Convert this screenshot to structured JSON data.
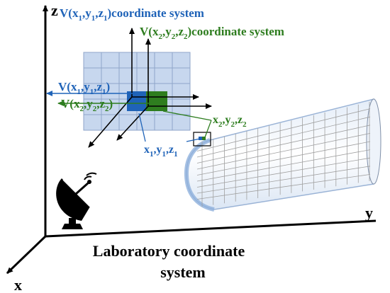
{
  "colors": {
    "blue": "#1f63b8",
    "green": "#2e7d1f",
    "black": "#000000",
    "panel_fill": "#c7d7ee",
    "panel_grid": "#8fa6c9",
    "beam_fill": "#c6d9ee",
    "beam_grid": "#a0a0a0"
  },
  "axes": {
    "z": "z",
    "y": "y",
    "x": "x"
  },
  "system1": {
    "title": {
      "v": "V(x",
      "s1": "1",
      "c1": ",y",
      "s2": "1",
      "c2": ",z",
      "s3": "1",
      "tail": ")coordinate system"
    },
    "vector": {
      "v": "V(x",
      "s1": "1",
      "c1": ",y",
      "s2": "1",
      "c2": ",z",
      "s3": "1",
      "tail": ")"
    },
    "point": {
      "p": "x",
      "s1": "1",
      "c1": ",y",
      "s2": "1",
      "c2": ",z",
      "s3": "1"
    }
  },
  "system2": {
    "title": {
      "v": "V(x",
      "s1": "2",
      "c1": ",y",
      "s2": "2",
      "c2": ",z",
      "s3": "2",
      "tail": ")coordinate system"
    },
    "vector": {
      "v": "V(x",
      "s1": "2",
      "c1": ",y",
      "s2": "2",
      "c2": ",z",
      "s3": "2",
      "tail": ")"
    },
    "point": {
      "p": "x",
      "s1": "2",
      "c1": ",y",
      "s2": "2",
      "c2": ",z",
      "s3": "2"
    }
  },
  "lab_label": {
    "line1": "Laboratory coordinate",
    "line2": "system"
  },
  "icons": {
    "antenna": "radar-dish-icon"
  }
}
